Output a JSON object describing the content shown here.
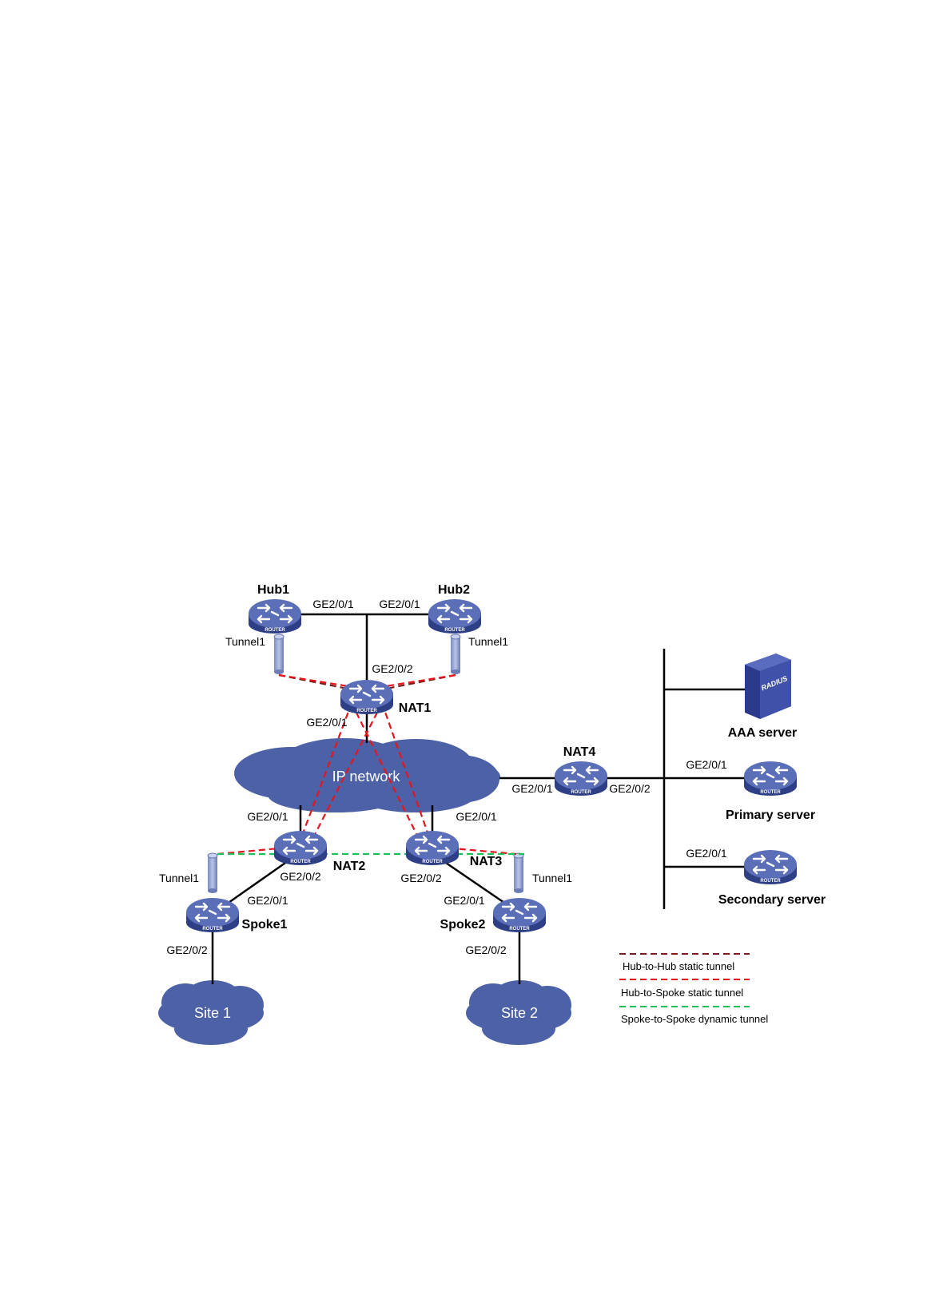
{
  "nodes": {
    "hub1": "Hub1",
    "hub2": "Hub2",
    "nat1": "NAT1",
    "nat2": "NAT2",
    "nat3": "NAT3",
    "nat4": "NAT4",
    "spoke1": "Spoke1",
    "spoke2": "Spoke2",
    "aaa": "AAA server",
    "primary": "Primary server",
    "secondary": "Secondary server",
    "router_badge": "ROUTER",
    "radius_badge": "RADIUS"
  },
  "clouds": {
    "ip": "IP network",
    "site1": "Site 1",
    "site2": "Site 2"
  },
  "interfaces": {
    "hub1_ge201": "GE2/0/1",
    "hub2_ge201": "GE2/0/1",
    "nat1_ge202": "GE2/0/2",
    "nat1_ge201": "GE2/0/1",
    "hub1_tunnel": "Tunnel1",
    "hub2_tunnel": "Tunnel1",
    "nat4_ge201": "GE2/0/1",
    "nat4_ge202": "GE2/0/2",
    "nat2_ge201": "GE2/0/1",
    "nat2_ge202": "GE2/0/2",
    "nat3_ge201": "GE2/0/1",
    "nat3_ge202": "GE2/0/2",
    "spoke1_tunnel": "Tunnel1",
    "spoke1_ge201": "GE2/0/1",
    "spoke1_ge202": "GE2/0/2",
    "spoke2_tunnel": "Tunnel1",
    "spoke2_ge201": "GE2/0/1",
    "spoke2_ge202": "GE2/0/2",
    "primary_ge201": "GE2/0/1",
    "secondary_ge201": "GE2/0/1"
  },
  "legend": {
    "hub_hub": "Hub-to-Hub  static tunnel",
    "hub_spoke": "Hub-to-Spoke  static tunnel",
    "spoke_spoke": "Spoke-to-Spoke  dynamic tunnel"
  },
  "colors": {
    "router_blue": "#4a5ea8",
    "cloud_blue": "#4c61a6",
    "hub_hub_tunnel": "#7a1a1a",
    "hub_spoke_tunnel": "#e8141c",
    "spoke_spoke_tunnel": "#19c35a",
    "link": "#000000"
  },
  "icons": {
    "router": "router-icon",
    "server": "radius-server-icon",
    "tunnel": "tunnel-cylinder-icon",
    "cloud": "cloud-icon"
  }
}
